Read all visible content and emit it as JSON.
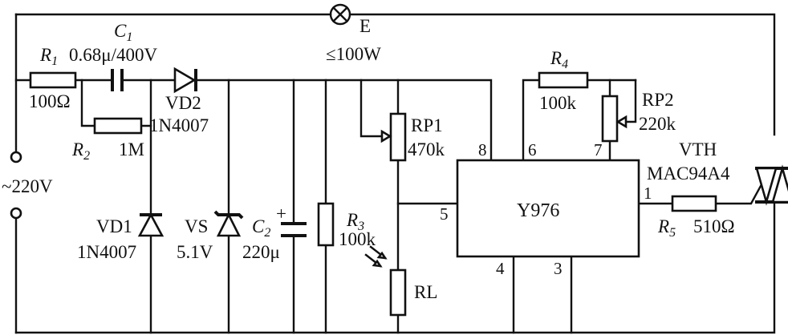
{
  "lamp": {
    "ref": "E",
    "rating": "≤100W"
  },
  "r1": {
    "ref": "R",
    "sub": "1",
    "value": "100Ω"
  },
  "c1": {
    "ref": "C",
    "sub": "1",
    "value": "0.68μ/400V"
  },
  "vd2": {
    "ref": "VD2",
    "value": "1N4007"
  },
  "r2": {
    "ref": "R",
    "sub": "2",
    "value": "1M"
  },
  "supply": {
    "label": "~220V"
  },
  "vd1": {
    "ref": "VD1",
    "value": "1N4007"
  },
  "vs": {
    "ref": "VS",
    "value": "5.1V"
  },
  "c2": {
    "ref": "C",
    "sub": "2",
    "polarity": "+",
    "value": "220μ"
  },
  "r3": {
    "ref": "R",
    "sub": "3",
    "value": "100k"
  },
  "rp1": {
    "ref": "RP1",
    "value": "470k"
  },
  "rl": {
    "ref": "RL"
  },
  "r4": {
    "ref": "R",
    "sub": "4",
    "value": "100k"
  },
  "rp2": {
    "ref": "RP2",
    "value": "220k"
  },
  "ic": {
    "name": "Y976",
    "pins": {
      "p1": "1",
      "p3": "3",
      "p4": "4",
      "p5": "5",
      "p6": "6",
      "p7": "7",
      "p8": "8"
    }
  },
  "vth": {
    "ref": "VTH",
    "value": "MAC94A4"
  },
  "r5": {
    "ref": "R",
    "sub": "5",
    "value": "510Ω"
  }
}
